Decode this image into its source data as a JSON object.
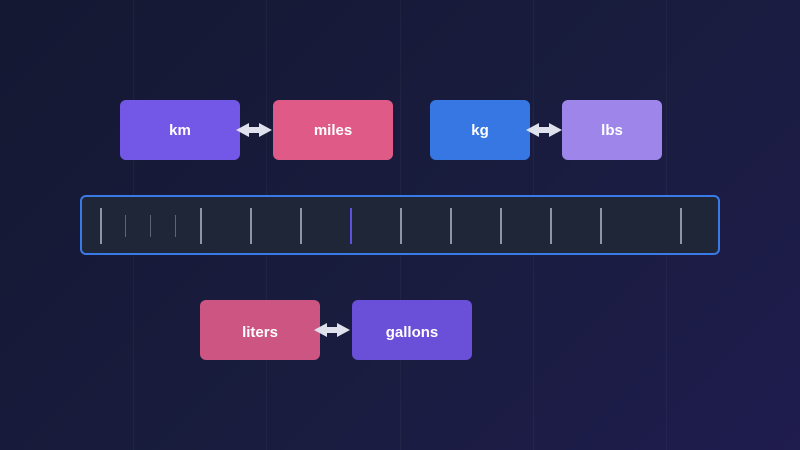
{
  "colors": {
    "km": "#7358e8",
    "miles": "#df5a87",
    "kg": "#3777e3",
    "lbs": "#9e85ea",
    "liters": "#cc5581",
    "gallons": "#6a4fd8",
    "ruler_border": "#3a7ae6",
    "ruler_fill": "#1f2637",
    "ruler_active_tick": "#5b52e0"
  },
  "pairs": [
    {
      "from": "km",
      "to": "miles",
      "swap_icon": "double-arrow-swap-icon"
    },
    {
      "from": "kg",
      "to": "lbs",
      "swap_icon": "double-arrow-swap-icon"
    },
    {
      "from": "liters",
      "to": "gallons",
      "swap_icon": "double-arrow-swap-icon"
    }
  ],
  "ruler": {
    "tick_count": 14,
    "active_tick_index": 7
  }
}
